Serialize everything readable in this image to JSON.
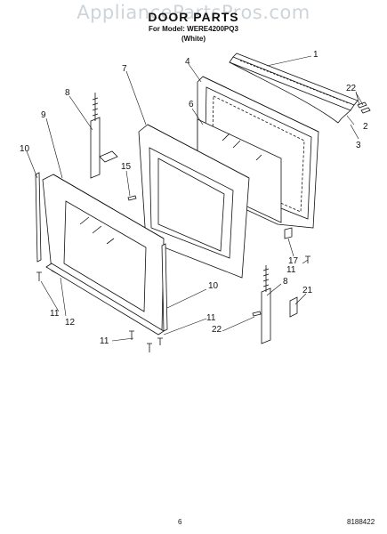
{
  "watermark": "AppliancePartsPros.com",
  "header": {
    "title": "DOOR PARTS",
    "model_line": "For Model: WERE4200PQ3",
    "color_line": "(White)"
  },
  "footer": {
    "page_number": "6",
    "document_number": "8188422"
  },
  "callouts": [
    "1",
    "2",
    "3",
    "4",
    "6",
    "7",
    "8",
    "9",
    "10",
    "15",
    "22",
    "17",
    "11",
    "21",
    "8",
    "10",
    "11",
    "12",
    "11",
    "22",
    "11"
  ]
}
